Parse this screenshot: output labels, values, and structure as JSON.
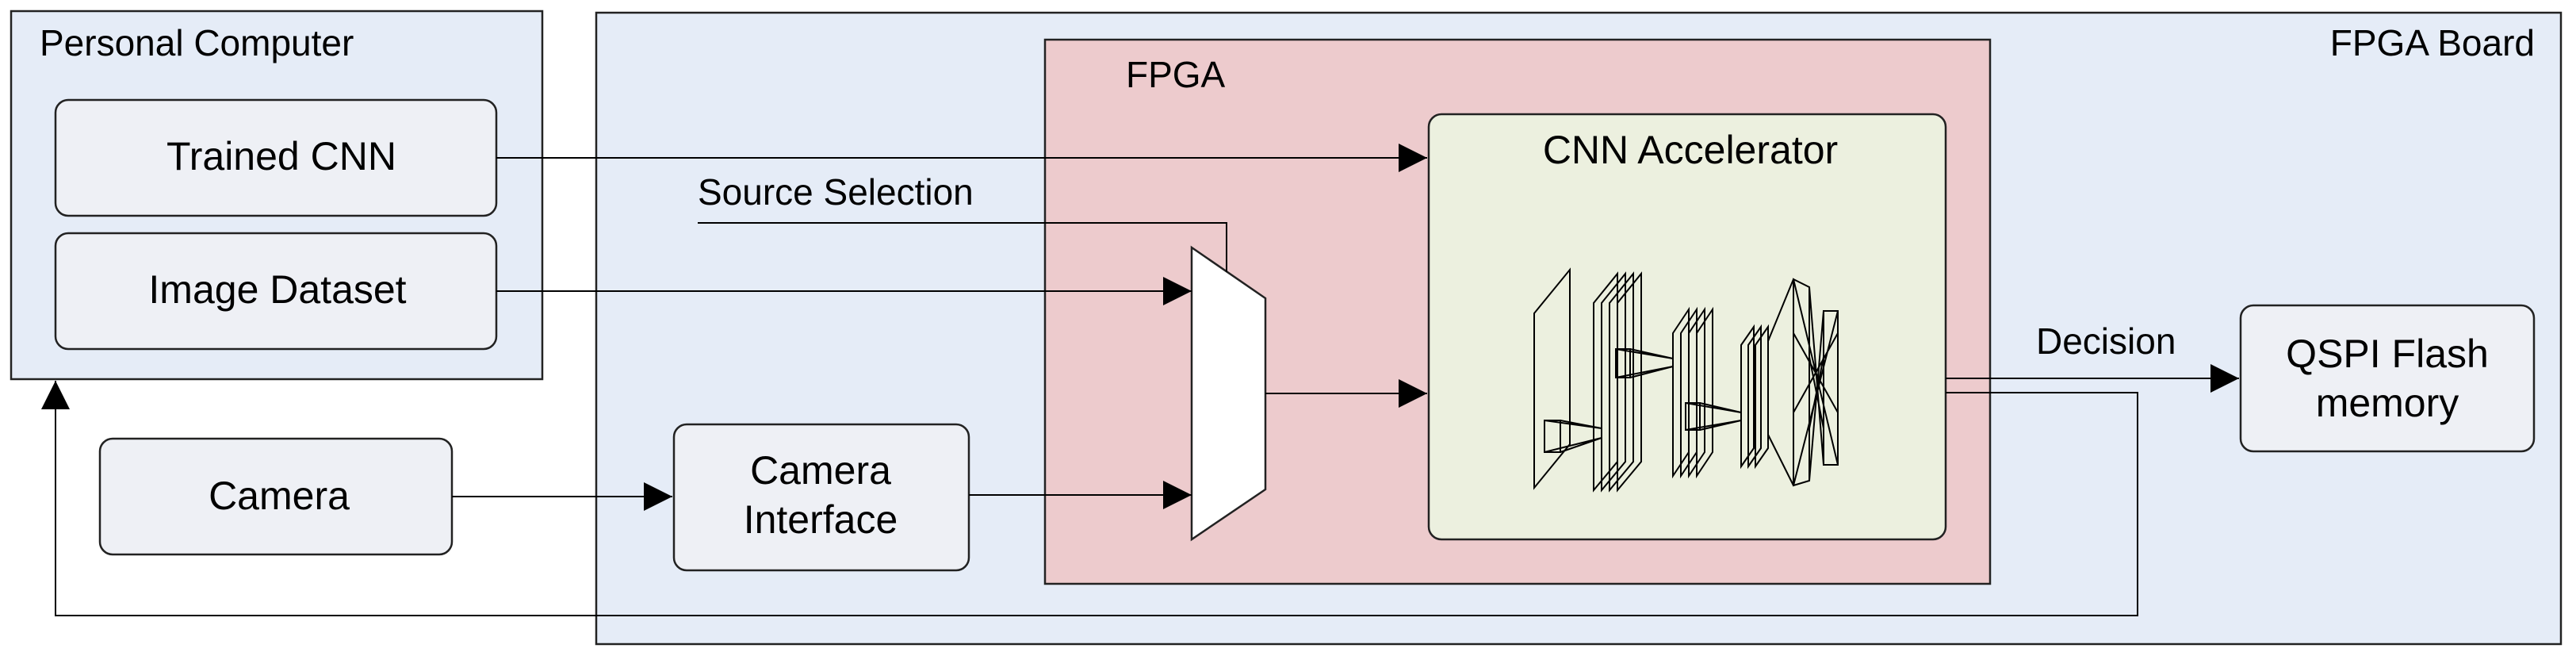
{
  "colors": {
    "panel_fill": "#e5ecf7",
    "fpga_fill": "#edcbcd",
    "accelerator_fill": "#ecf0df",
    "box_fill": "#eef0f5",
    "line": "#000000"
  },
  "pc": {
    "title": "Personal Computer",
    "trained_cnn": "Trained CNN",
    "image_dataset": "Image Dataset"
  },
  "camera": {
    "label": "Camera"
  },
  "board": {
    "title": "FPGA Board",
    "camera_interface_line1": "Camera",
    "camera_interface_line2": "Interface",
    "source_selection": "Source Selection",
    "decision": "Decision",
    "flash_line1": "QSPI Flash",
    "flash_line2": "memory"
  },
  "fpga": {
    "title": "FPGA",
    "accelerator_title": "CNN Accelerator",
    "network_icon": "cnn-layers-icon",
    "multiplexer_icon": "multiplexer-icon"
  }
}
